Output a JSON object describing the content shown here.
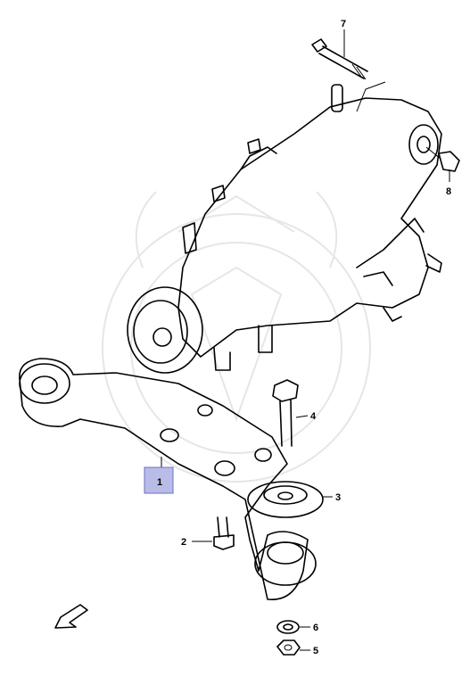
{
  "callouts": [
    {
      "id": "7",
      "label": "7"
    },
    {
      "id": "8",
      "label": "8"
    },
    {
      "id": "4",
      "label": "4"
    },
    {
      "id": "3",
      "label": "3"
    },
    {
      "id": "1",
      "label": "1"
    },
    {
      "id": "2",
      "label": "2"
    },
    {
      "id": "6",
      "label": "6"
    },
    {
      "id": "5",
      "label": "5"
    }
  ],
  "colors": {
    "line": "#000000",
    "highlight": "#b9bce6",
    "highlight_border": "#6a70c8",
    "watermark": "#e6e6e6"
  }
}
